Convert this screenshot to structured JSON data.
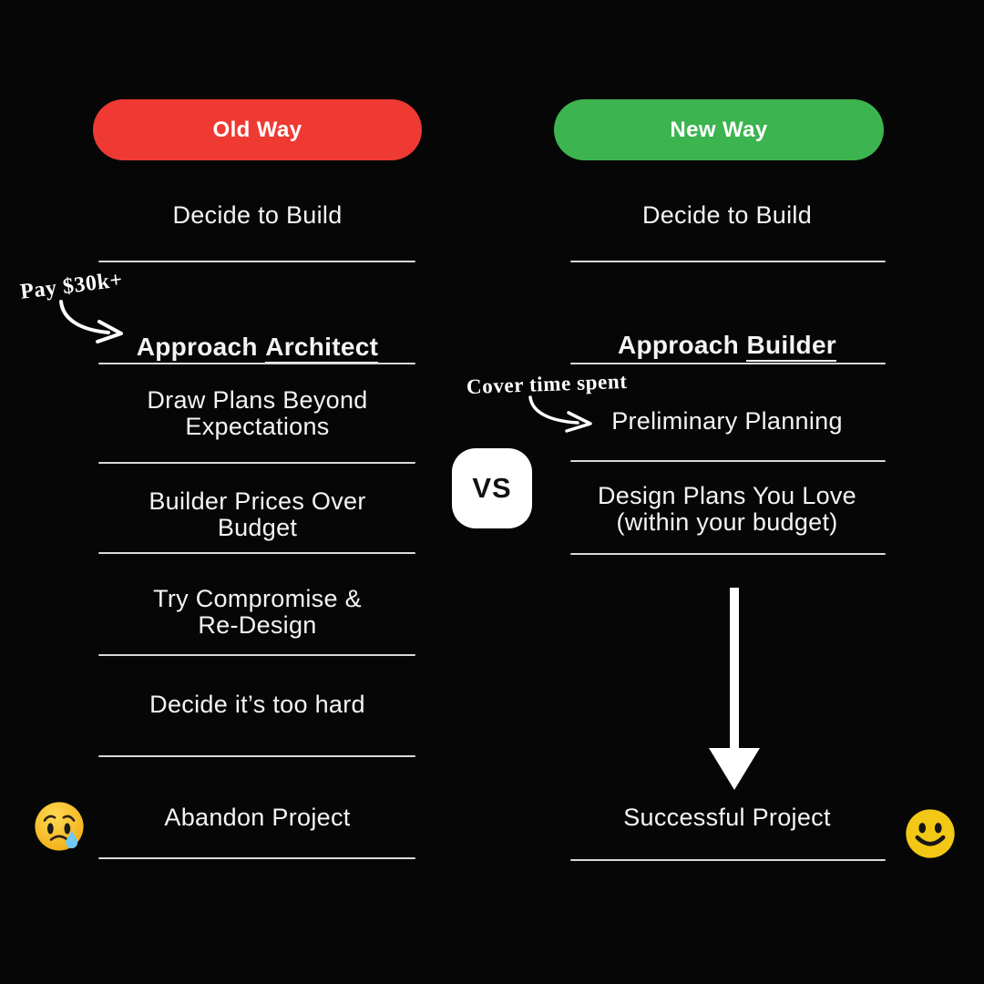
{
  "canvas": {
    "background": "#060606",
    "divider_color": "#d9d9d9",
    "text_color": "#f4f4f4"
  },
  "vs": {
    "label": "VS",
    "bg": "#ffffff",
    "text_color": "#121212"
  },
  "old_way": {
    "badge": {
      "label": "Old Way",
      "color": "#EE3A33"
    },
    "annotation": {
      "text": "Pay $30k+"
    },
    "steps": [
      {
        "text": "Decide to Build"
      },
      {
        "prefix": "Approach",
        "underlined": "Architect"
      },
      {
        "text": "Draw Plans Beyond\nExpectations"
      },
      {
        "text": "Builder Prices Over\nBudget"
      },
      {
        "text": "Try Compromise &\nRe-Design"
      },
      {
        "text": "Decide it’s too hard"
      },
      {
        "text": "Abandon Project"
      }
    ],
    "emoji": "crying-face",
    "emoji_color": "#f5bd1f"
  },
  "new_way": {
    "badge": {
      "label": "New Way",
      "color": "#3CB44F"
    },
    "annotation": {
      "text": "Cover time spent"
    },
    "steps": [
      {
        "text": "Decide to Build"
      },
      {
        "prefix": "Approach",
        "underlined": "Builder"
      },
      {
        "text": "Preliminary Planning"
      },
      {
        "text": "Design Plans You Love\n(within your budget)"
      },
      {
        "text": "Successful Project"
      }
    ],
    "emoji": "smiley-face",
    "emoji_color": "#F3C716"
  }
}
